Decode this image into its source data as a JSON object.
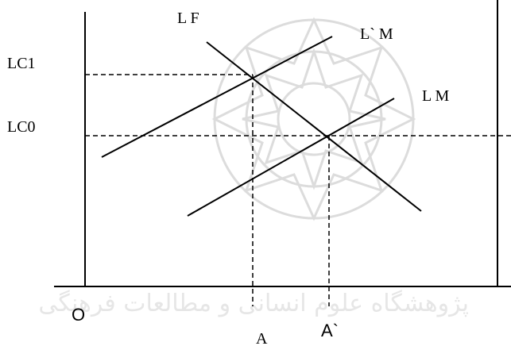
{
  "y_axis_labels": {
    "upper_level": "LC1",
    "lower_level": "LC0"
  },
  "x_axis_labels": {
    "origin": "O",
    "left_point": "A",
    "right_point": "A`"
  },
  "curves": {
    "demand": "L F",
    "shifted_supply": "L` M",
    "supply": "L M"
  },
  "watermark": {
    "text": "پژوهشگاه علوم انسانی و مطالعات فرهنگی"
  }
}
